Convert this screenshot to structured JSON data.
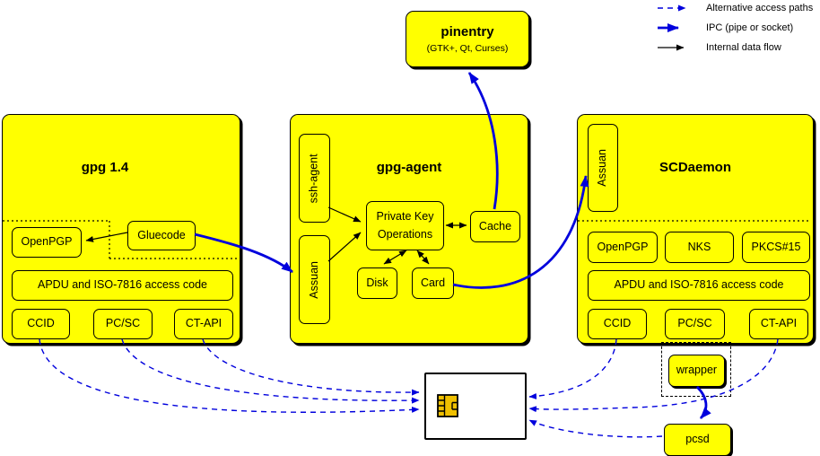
{
  "colors": {
    "box_yellow": "#ffff00",
    "line_blue": "#0000dd",
    "chip_gold": "#f0c000"
  },
  "legend": {
    "alt_label": "Alternative access paths",
    "ipc_label": "IPC (pipe or socket)",
    "internal_label": "Internal data flow"
  },
  "pinentry": {
    "title": "pinentry",
    "subtitle": "(GTK+, Qt, Curses)"
  },
  "gpg14": {
    "title": "gpg 1.4",
    "gluecode": "Gluecode",
    "openpgp": "OpenPGP",
    "apdu": "APDU and ISO-7816 access code",
    "ccid": "CCID",
    "pcsc": "PC/SC",
    "ctapi": "CT-API"
  },
  "gpg_agent": {
    "title": "gpg-agent",
    "ssh_agent": "ssh-agent",
    "assuan": "Assuan",
    "pko_line1": "Private Key",
    "pko_line2": "Operations",
    "cache": "Cache",
    "disk": "Disk",
    "card": "Card"
  },
  "scdaemon": {
    "title": "SCDaemon",
    "assuan": "Assuan",
    "openpgp": "OpenPGP",
    "nks": "NKS",
    "pkcs15": "PKCS#15",
    "apdu": "APDU and ISO-7816 access code",
    "ccid": "CCID",
    "pcsc": "PC/SC",
    "ctapi": "CT-API"
  },
  "peripherals": {
    "wrapper": "wrapper",
    "pcsd": "pcsd"
  }
}
